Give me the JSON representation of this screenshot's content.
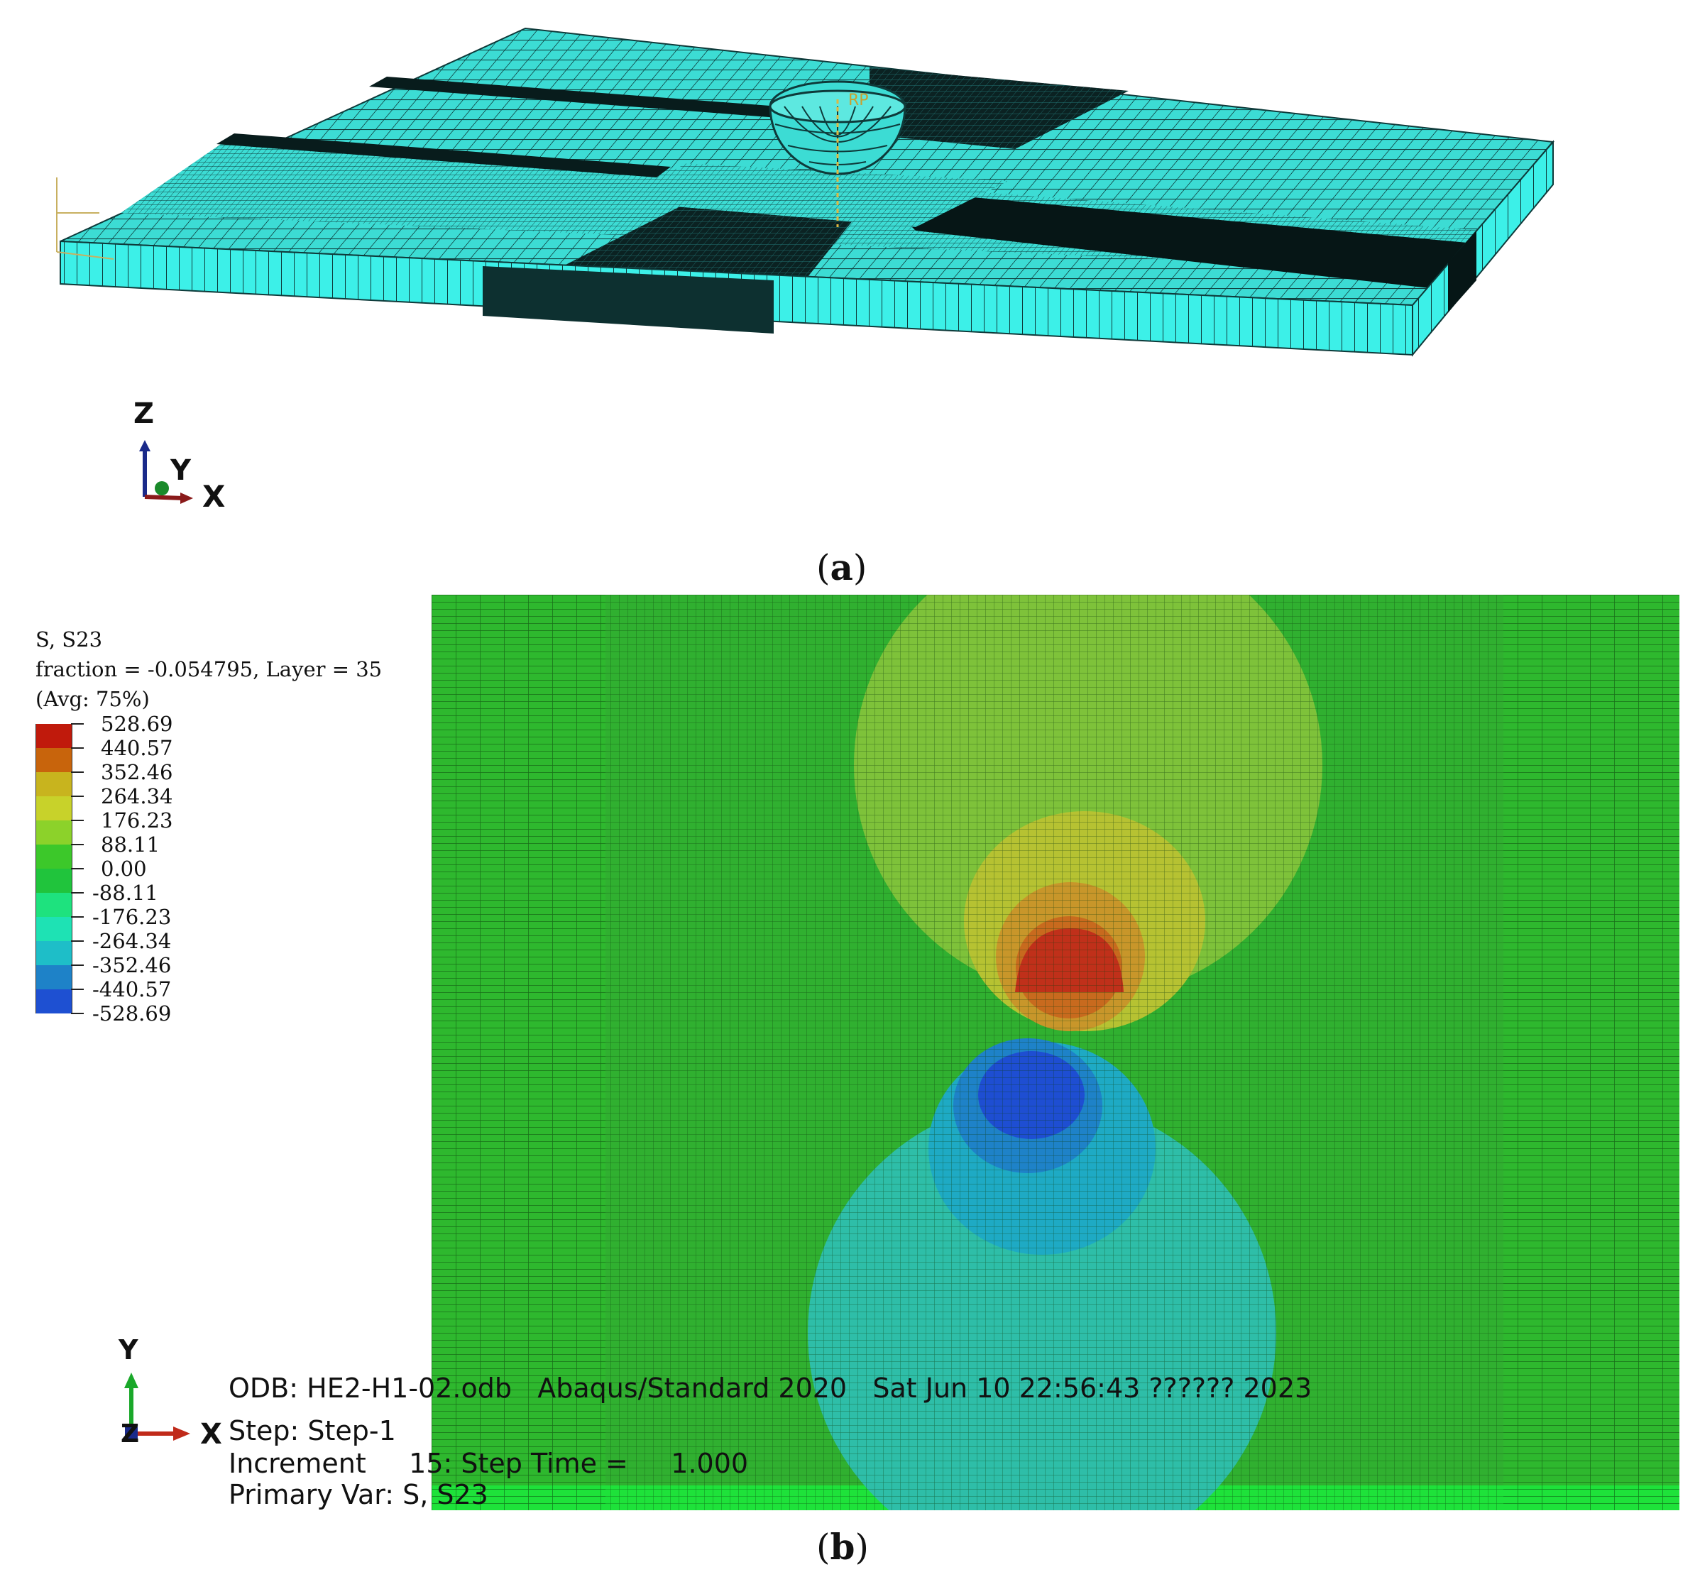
{
  "panel_a": {
    "caption": "a",
    "axes": {
      "z": "Z",
      "y": "Y",
      "x": "X"
    },
    "rp_label": "RP",
    "mesh_color": "#3cdcd4",
    "dark_color": "#0b2a2a"
  },
  "panel_b": {
    "caption": "b",
    "legend": {
      "title": "S, S23",
      "subtitle": "fraction = -0.054795, Layer = 35",
      "avg": "(Avg: 75%)",
      "levels": [
        "528.69",
        "440.57",
        "352.46",
        "264.34",
        "176.23",
        "88.11",
        "0.00",
        "-88.11",
        "-176.23",
        "-264.34",
        "-352.46",
        "-440.57",
        "-528.69"
      ],
      "colors": [
        "#c01a0c",
        "#c8640c",
        "#c8b41e",
        "#c8d22a",
        "#8cd22a",
        "#3cc82a",
        "#20c43c",
        "#1ee27e",
        "#1ee2b4",
        "#1ebec8",
        "#1e82c8",
        "#1e50d2"
      ]
    },
    "axes": {
      "y": "Y",
      "z": "Z",
      "x": "X"
    },
    "info": {
      "odb": "ODB: HE2-H1-02.odb",
      "solver": "Abaqus/Standard 2020",
      "date": "Sat Jun 10 22:56:43 ?????? 2023",
      "step": "Step: Step-1",
      "increment_label": "Increment",
      "increment_value": "15: Step Time =",
      "step_time": "1.000",
      "primary_var": "Primary Var: S, S23"
    },
    "base_green": "#2eb82e"
  }
}
